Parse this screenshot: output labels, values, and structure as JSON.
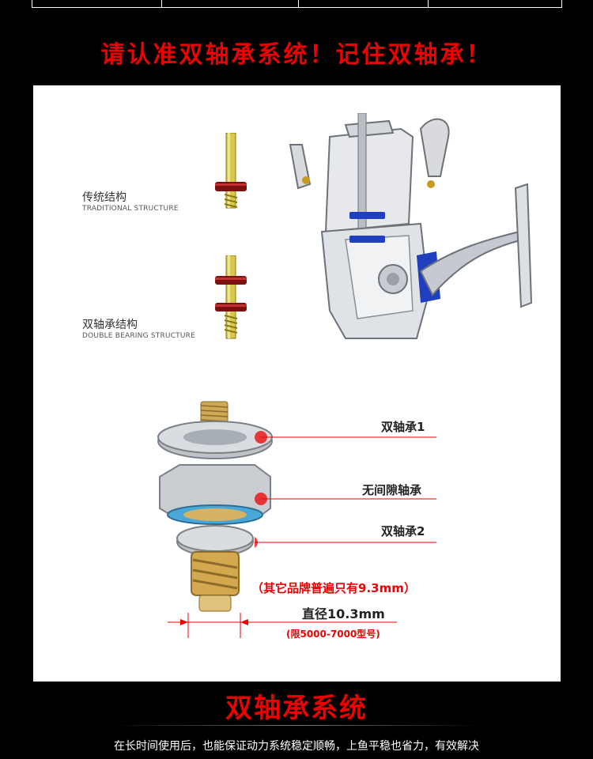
{
  "headline": "请认准双轴承系统！记住双轴承！",
  "traditional": {
    "cn": "传统结构",
    "en": "TRADITIONAL STRUCTURE"
  },
  "double": {
    "cn": "双轴承结构",
    "en": "DOUBLE BEARING STRUCTURE"
  },
  "callouts": {
    "bearing1": "双轴承1",
    "gapless": "无间隙轴承",
    "bearing2": "双轴承2"
  },
  "notes": {
    "others": "（其它品牌普遍只有9.3mm）",
    "diameter": "直径10.3mm",
    "models": "(限5000-7000型号)"
  },
  "section_title": "双轴承系统",
  "footer": "在长时间使用后，也能保证动力系统稳定顺畅，上鱼平稳也省力，有效解决",
  "colors": {
    "accent_red": "#e00000",
    "bearing_blue": "#1f3fbf"
  }
}
